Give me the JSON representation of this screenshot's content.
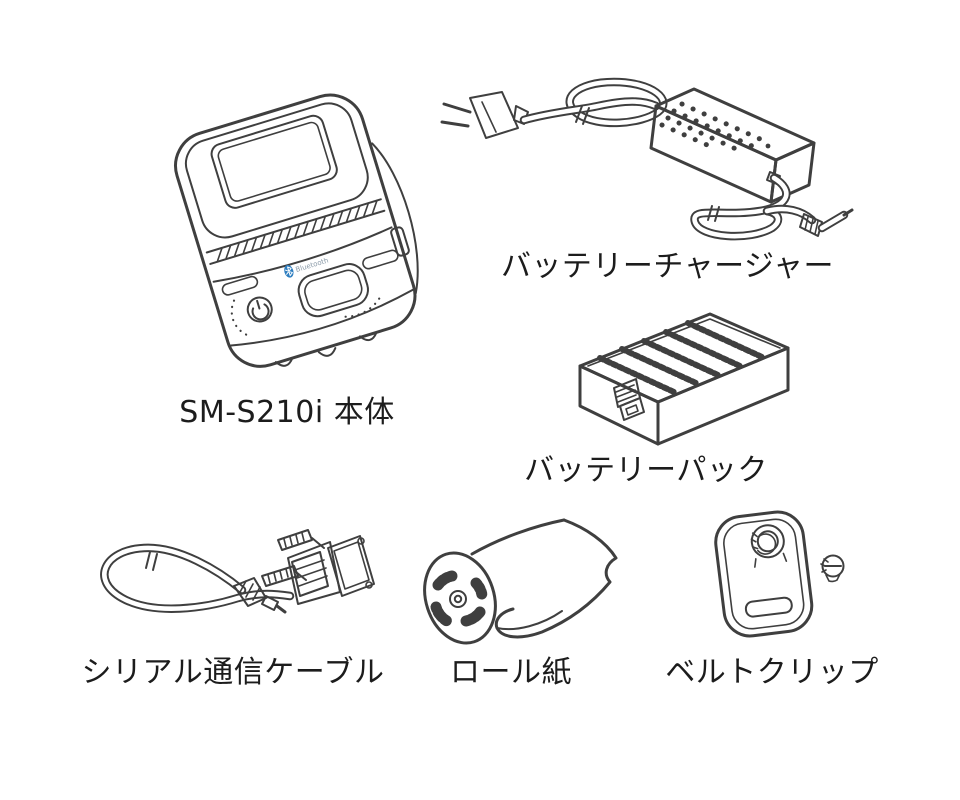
{
  "figure": {
    "items": [
      {
        "id": "printer",
        "caption": "SM-S210i 本体"
      },
      {
        "id": "battery_charger",
        "caption": "バッテリーチャージャー"
      },
      {
        "id": "battery_pack",
        "caption": "バッテリーパック"
      },
      {
        "id": "serial_cable",
        "caption": "シリアル通信ケーブル"
      },
      {
        "id": "roll_paper",
        "caption": "ロール紙"
      },
      {
        "id": "belt_clip",
        "caption": "ベルトクリップ"
      }
    ],
    "printer_markings": {
      "bluetooth_label": "Bluetooth"
    }
  },
  "colors": {
    "line": "#3f3f3f",
    "text": "#1c1c1c",
    "bluetooth_blue": "#2e7ec0",
    "background": "#ffffff"
  }
}
